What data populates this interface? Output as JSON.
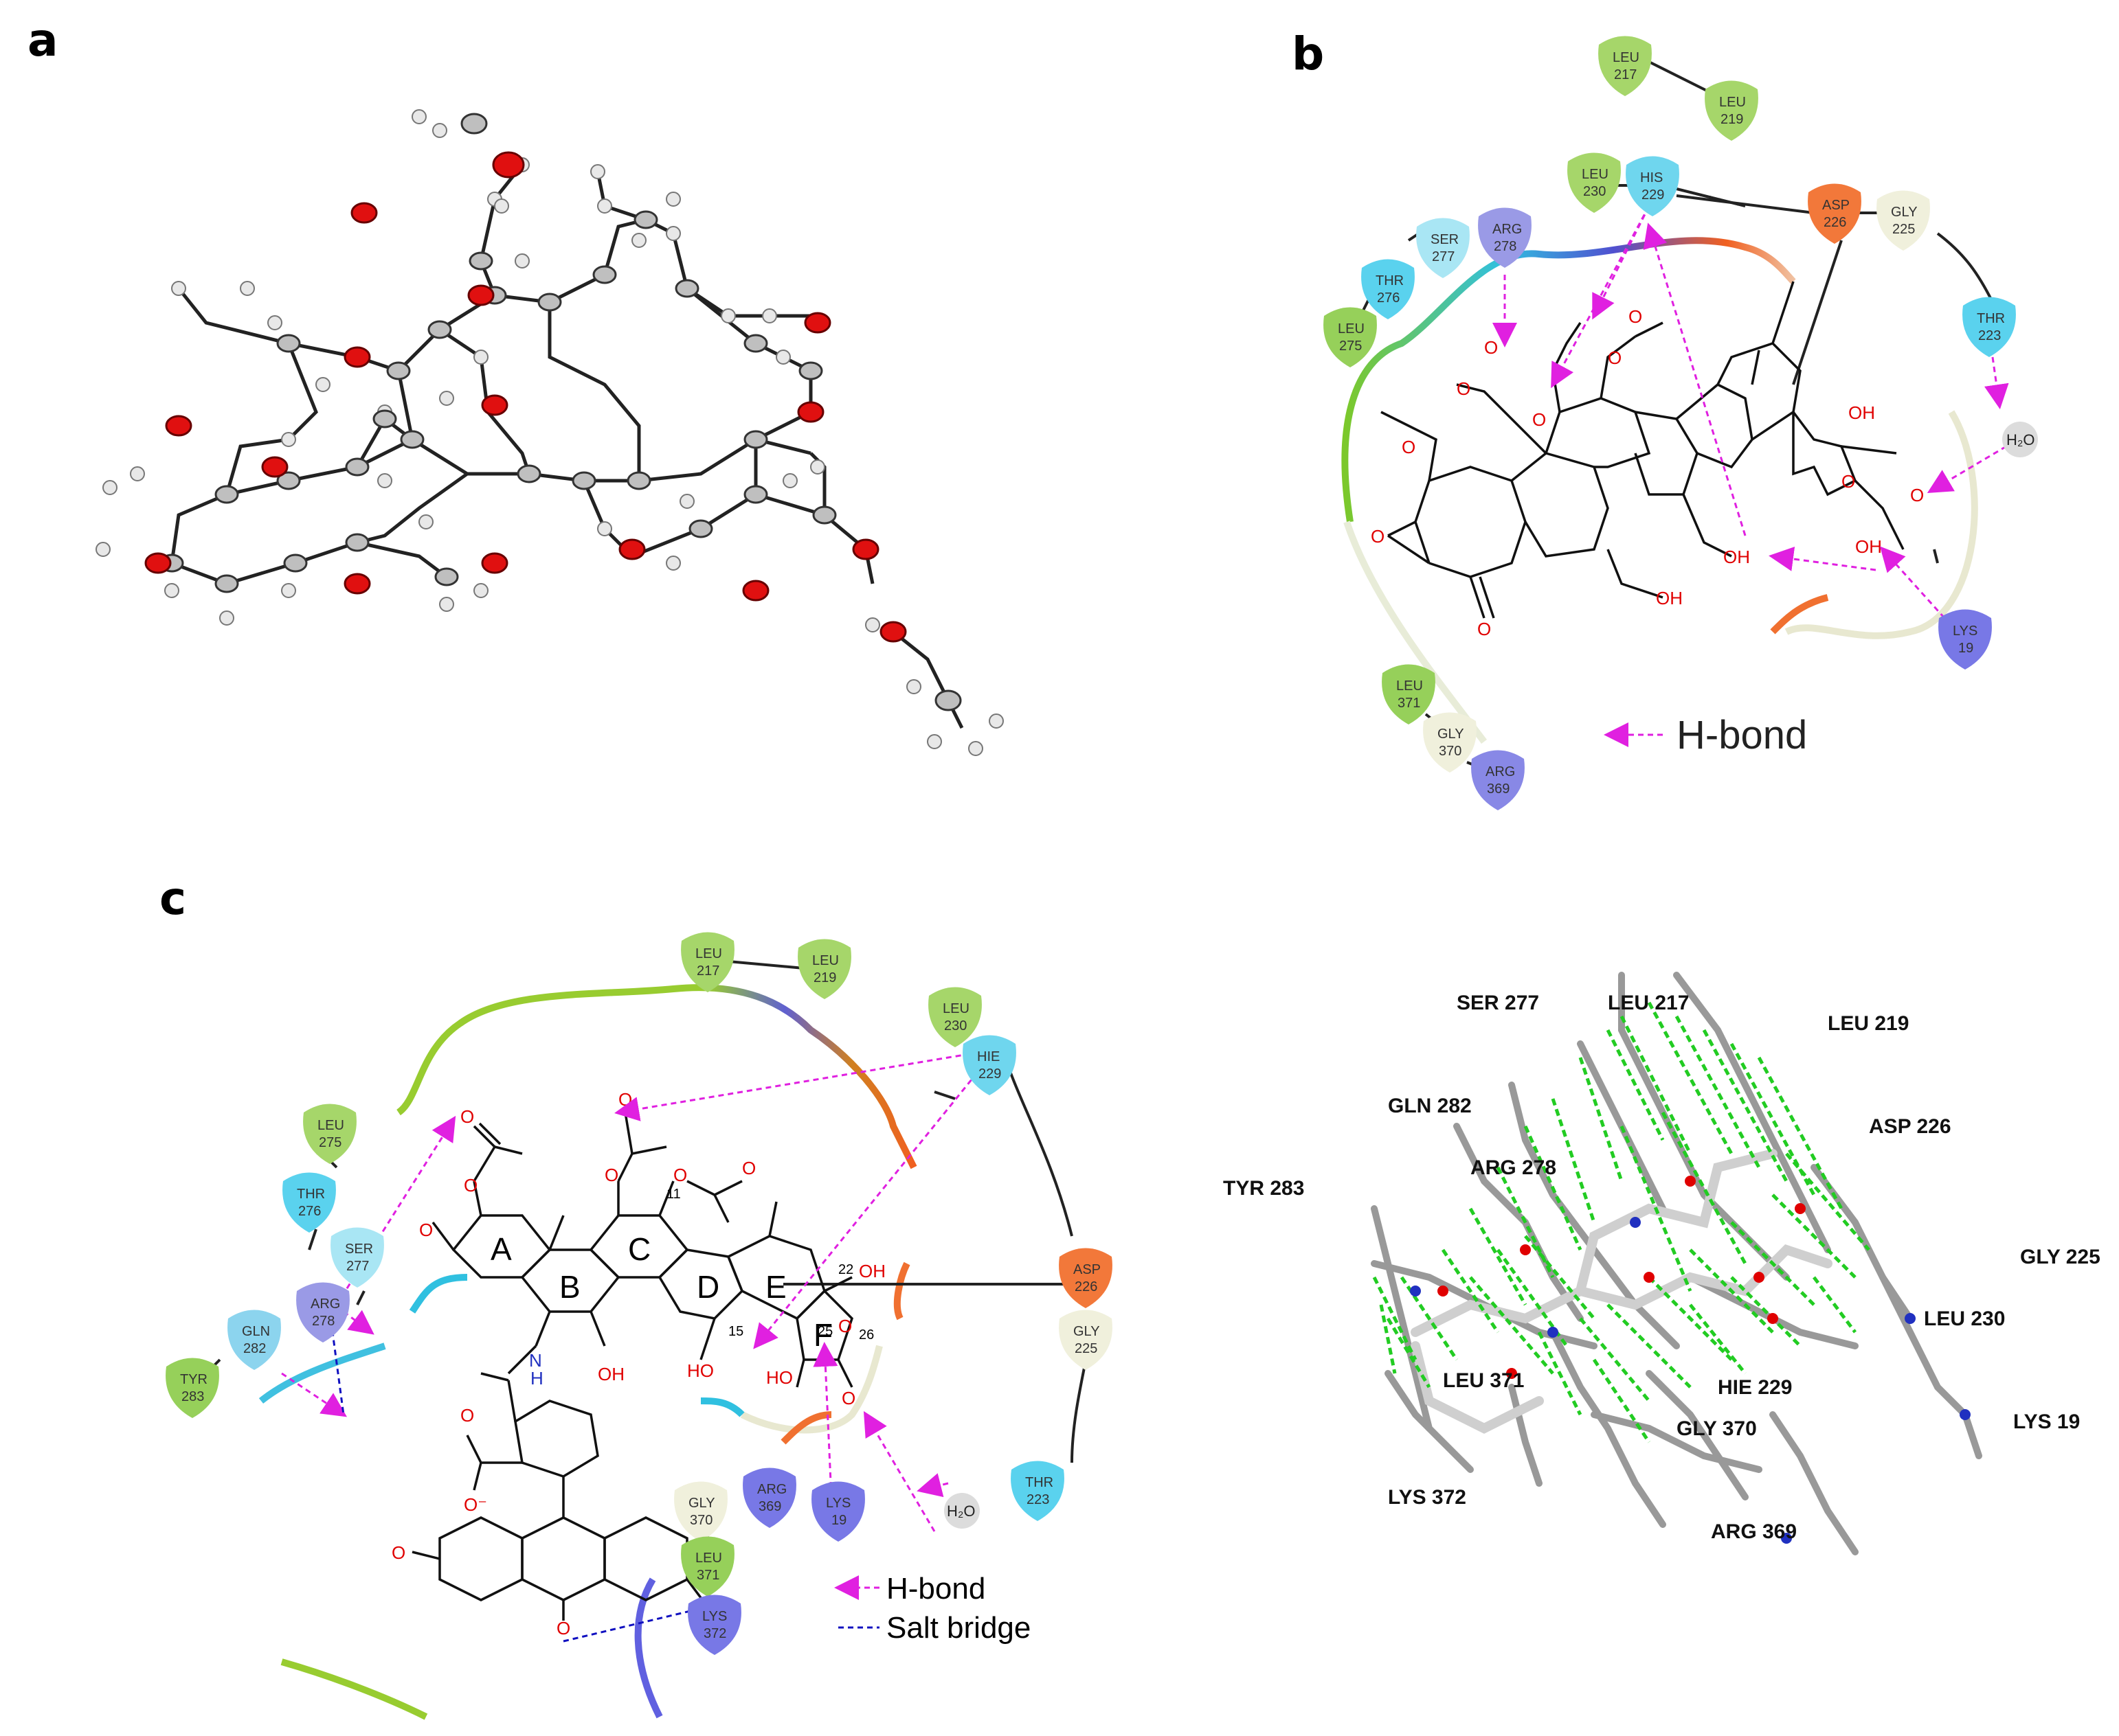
{
  "panels": {
    "a": {
      "label": "a"
    },
    "b": {
      "label": "b",
      "residues": [
        {
          "name": "LEU",
          "num": "217",
          "color": "#a6d66a"
        },
        {
          "name": "LEU",
          "num": "219",
          "color": "#a6d66a"
        },
        {
          "name": "LEU",
          "num": "230",
          "color": "#a6d66a"
        },
        {
          "name": "HIS",
          "num": "229",
          "color": "#6fd6ee"
        },
        {
          "name": "ASP",
          "num": "226",
          "color": "#f2783a"
        },
        {
          "name": "GLY",
          "num": "225",
          "color": "#f0f0dc"
        },
        {
          "name": "THR",
          "num": "223",
          "color": "#5ad2ee"
        },
        {
          "name": "ARG",
          "num": "278",
          "color": "#9a9ae6"
        },
        {
          "name": "SER",
          "num": "277",
          "color": "#a9e6f4"
        },
        {
          "name": "THR",
          "num": "276",
          "color": "#5ad2ee"
        },
        {
          "name": "LEU",
          "num": "275",
          "color": "#96d05a"
        },
        {
          "name": "LYS",
          "num": "19",
          "color": "#7878e6"
        },
        {
          "name": "LEU",
          "num": "371",
          "color": "#96d05a"
        },
        {
          "name": "GLY",
          "num": "370",
          "color": "#f0f0dc"
        },
        {
          "name": "ARG",
          "num": "369",
          "color": "#8888e6"
        }
      ],
      "water": "H₂O",
      "atoms": {
        "O": "O",
        "OH": "OH"
      },
      "legend": {
        "hbond": "H-bond"
      }
    },
    "c": {
      "label": "c",
      "residues": [
        {
          "name": "LEU",
          "num": "217",
          "color": "#a6d66a"
        },
        {
          "name": "LEU",
          "num": "219",
          "color": "#a6d66a"
        },
        {
          "name": "LEU",
          "num": "230",
          "color": "#a6d66a"
        },
        {
          "name": "HIE",
          "num": "229",
          "color": "#6fd6ee"
        },
        {
          "name": "ASP",
          "num": "226",
          "color": "#f2783a"
        },
        {
          "name": "GLY",
          "num": "225",
          "color": "#f0f0dc"
        },
        {
          "name": "THR",
          "num": "223",
          "color": "#5ad2ee"
        },
        {
          "name": "LEU",
          "num": "275",
          "color": "#a6d66a"
        },
        {
          "name": "THR",
          "num": "276",
          "color": "#5ad2ee"
        },
        {
          "name": "SER",
          "num": "277",
          "color": "#a9e6f4"
        },
        {
          "name": "ARG",
          "num": "278",
          "color": "#9a9ae6"
        },
        {
          "name": "GLN",
          "num": "282",
          "color": "#8cd4ee"
        },
        {
          "name": "TYR",
          "num": "283",
          "color": "#96d05a"
        },
        {
          "name": "GLY",
          "num": "370",
          "color": "#f0f0dc"
        },
        {
          "name": "ARG",
          "num": "369",
          "color": "#7878e6"
        },
        {
          "name": "LYS",
          "num": "19",
          "color": "#7878e6"
        },
        {
          "name": "LEU",
          "num": "371",
          "color": "#96d05a"
        },
        {
          "name": "LYS",
          "num": "372",
          "color": "#7878e6"
        }
      ],
      "rings": [
        "A",
        "B",
        "C",
        "D",
        "E",
        "F"
      ],
      "numbers": [
        "11",
        "15",
        "22",
        "25",
        "26"
      ],
      "water": "H₂O",
      "atoms": {
        "O": "O",
        "OH": "OH",
        "HO": "HO",
        "NH": "N\nH",
        "Ominus": "O⁻"
      },
      "legend": {
        "hbond": "H-bond",
        "salt": "Salt bridge"
      }
    },
    "d": {
      "labels": [
        "SER 277",
        "LEU 217",
        "LEU 219",
        "GLN 282",
        "ASP 226",
        "ARG  278",
        "TYR 283",
        "GLY 225",
        "LEU 230",
        "LEU  371",
        "HIE 229",
        "LYS 19",
        "GLY 370",
        "LYS 372",
        "ARG 369"
      ]
    }
  },
  "colors": {
    "hbond": "#e020e0",
    "salt": "#1010c0",
    "oxygen": "#e00000",
    "nitrogen": "#2030c0",
    "contact": "#22cc22"
  }
}
